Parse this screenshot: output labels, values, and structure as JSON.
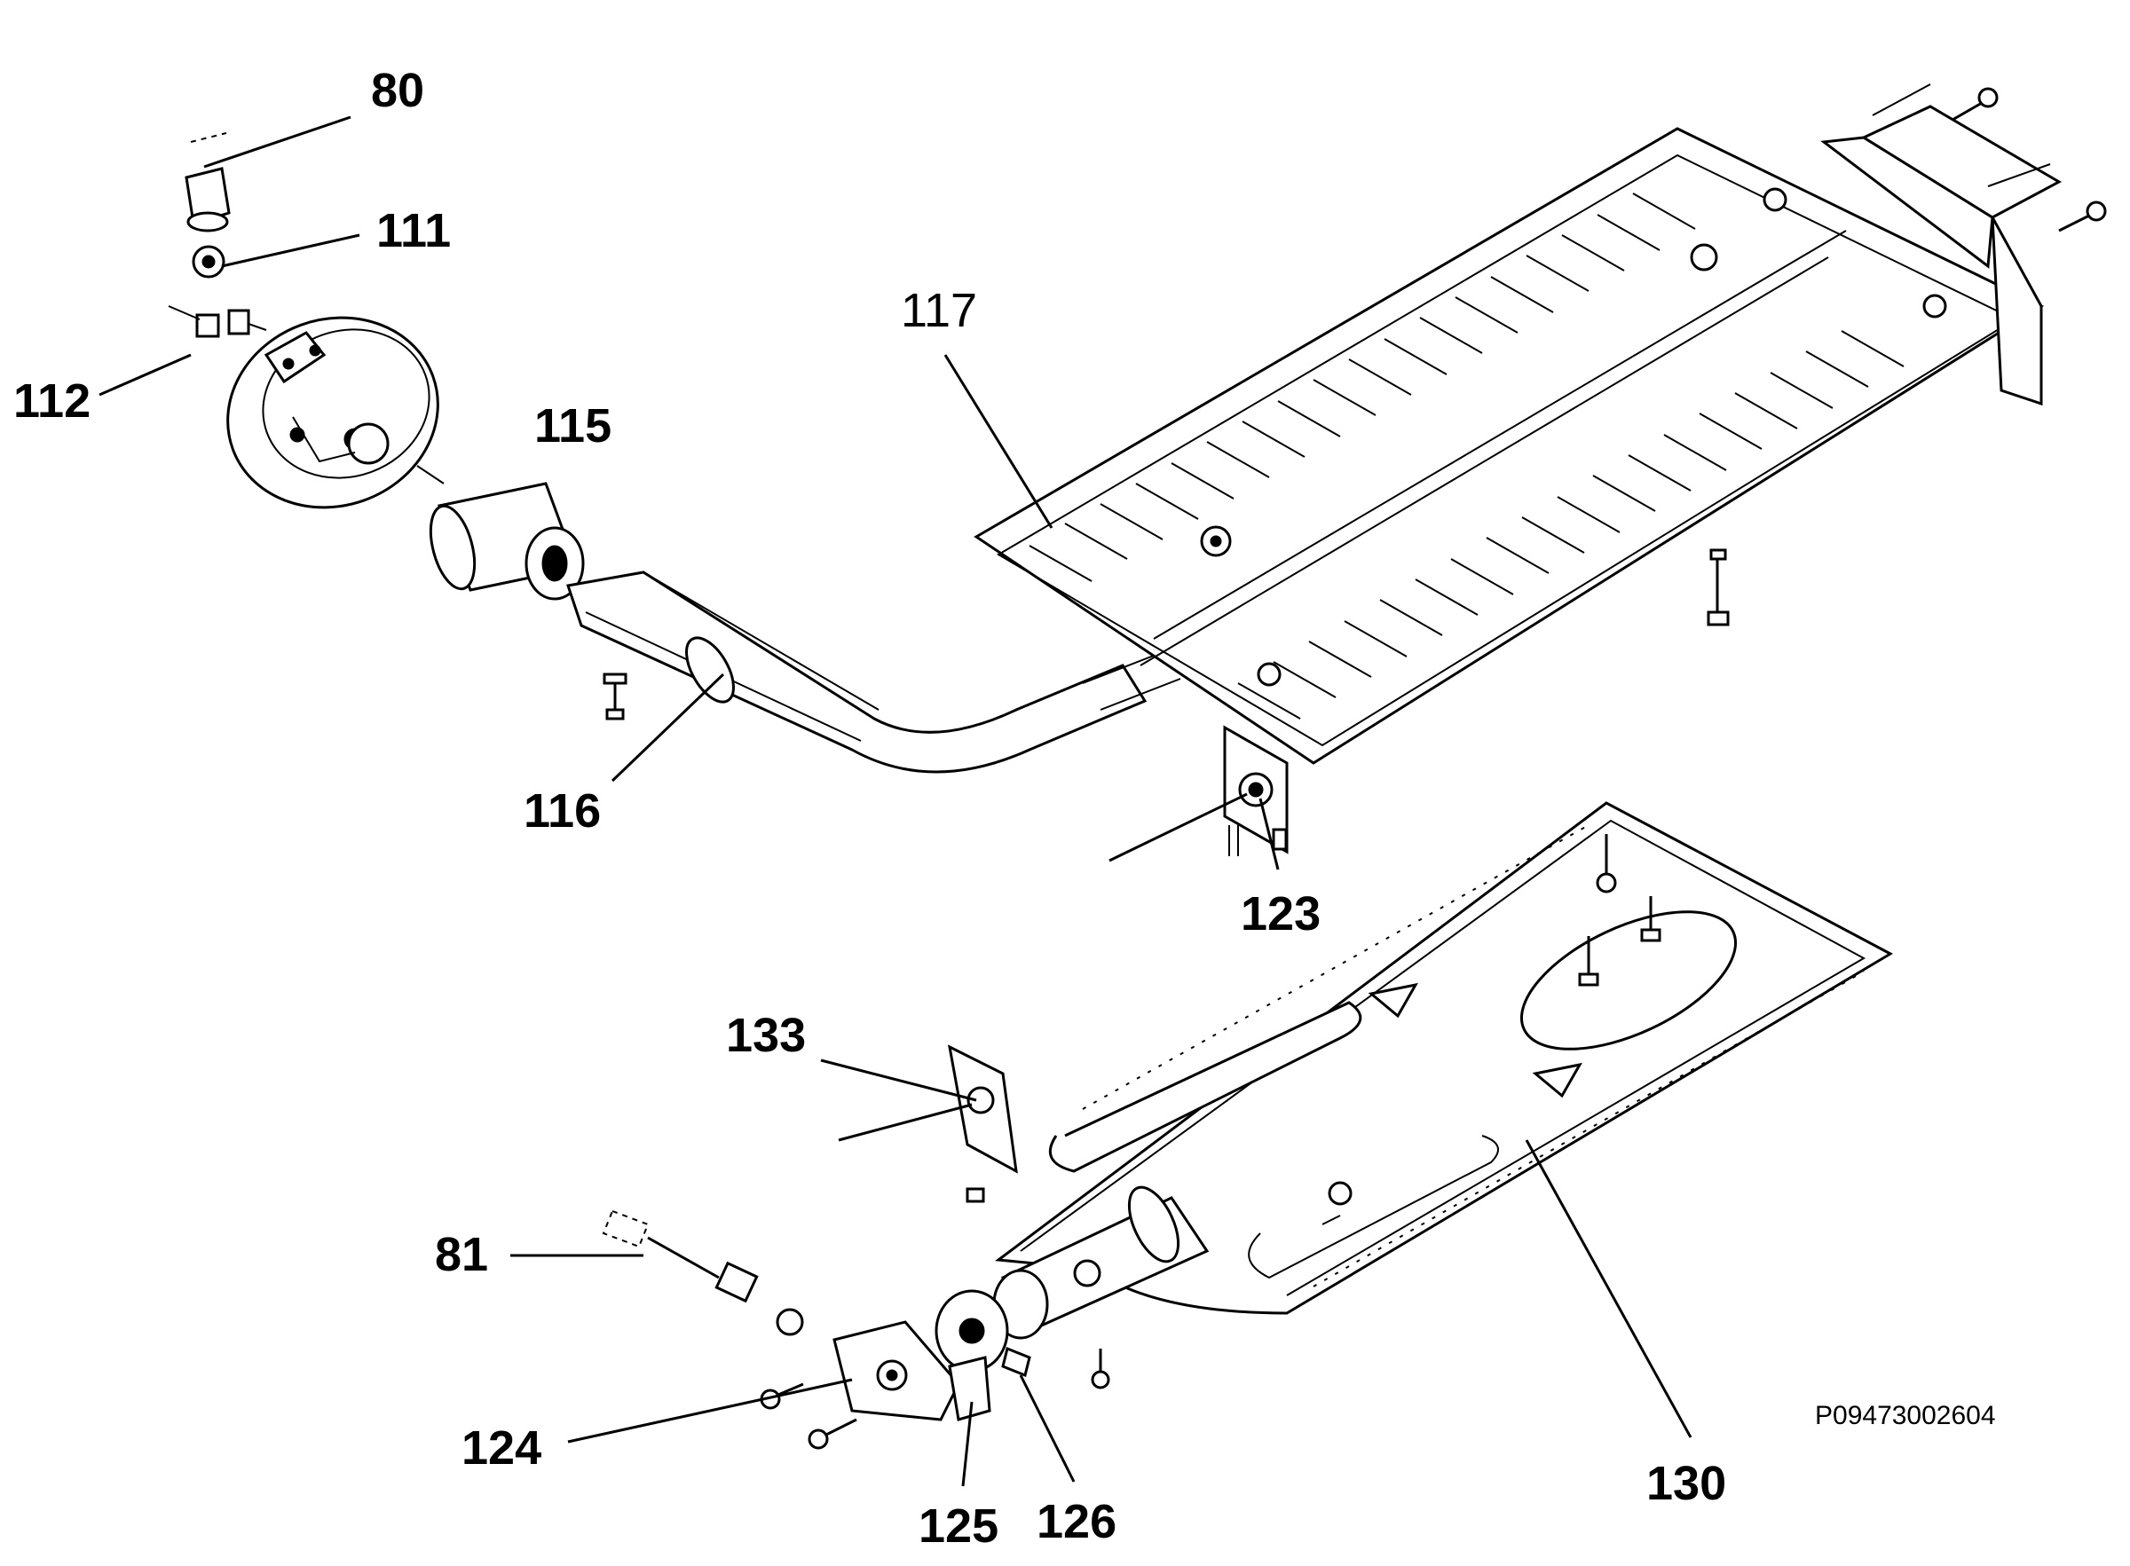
{
  "diagram": {
    "part_code": "P09473002604",
    "callouts": [
      {
        "id": "80",
        "label": "80"
      },
      {
        "id": "111",
        "label": "111"
      },
      {
        "id": "112",
        "label": "112"
      },
      {
        "id": "115",
        "label": "115"
      },
      {
        "id": "116",
        "label": "116"
      },
      {
        "id": "117",
        "label": "117"
      },
      {
        "id": "123",
        "label": "123"
      },
      {
        "id": "133",
        "label": "133"
      },
      {
        "id": "81",
        "label": "81"
      },
      {
        "id": "124",
        "label": "124"
      },
      {
        "id": "125",
        "label": "125"
      },
      {
        "id": "126",
        "label": "126"
      },
      {
        "id": "130",
        "label": "130"
      }
    ]
  }
}
